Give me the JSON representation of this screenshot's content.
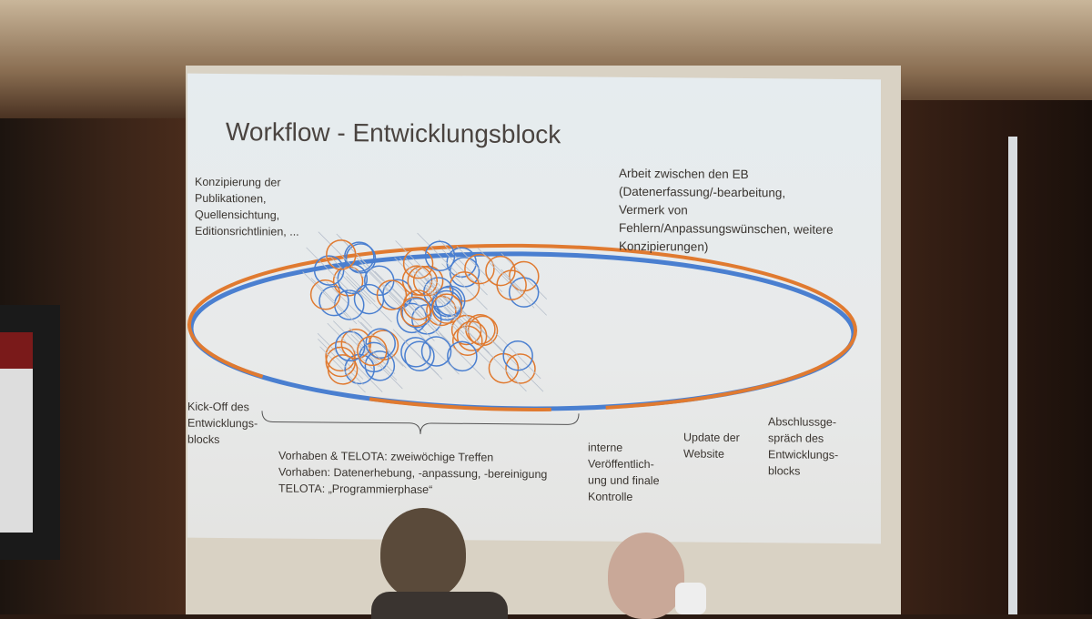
{
  "slide": {
    "title": "Workflow - Entwicklungsblock",
    "top_left": "Konzipierung der\nPublikationen,\nQuellensichtung,\nEditionsrichtlinien, ...",
    "top_right": "Arbeit zwischen den EB\n(Datenerfassung/-bearbeitung,\nVermerk von\nFehlern/Anpassungswünschen, weitere\nKonzipierungen)",
    "kickoff": "Kick-Off des\nEntwicklungs-\nblocks",
    "meetings": "Vorhaben & TELOTA: zweiwöchige Treffen\nVorhaben: Datenerhebung, -anpassung, -bereinigung\nTELOTA: „Programmierphase“",
    "internal": "interne\nVeröffentlich-\nung und finale\nKontrolle",
    "update": "Update der\nWebsite",
    "closing": "Abschlussge-\nspräch des\nEntwicklungs-\nblocks"
  },
  "colors": {
    "orange": "#e07a30",
    "blue": "#4a7fd0"
  }
}
